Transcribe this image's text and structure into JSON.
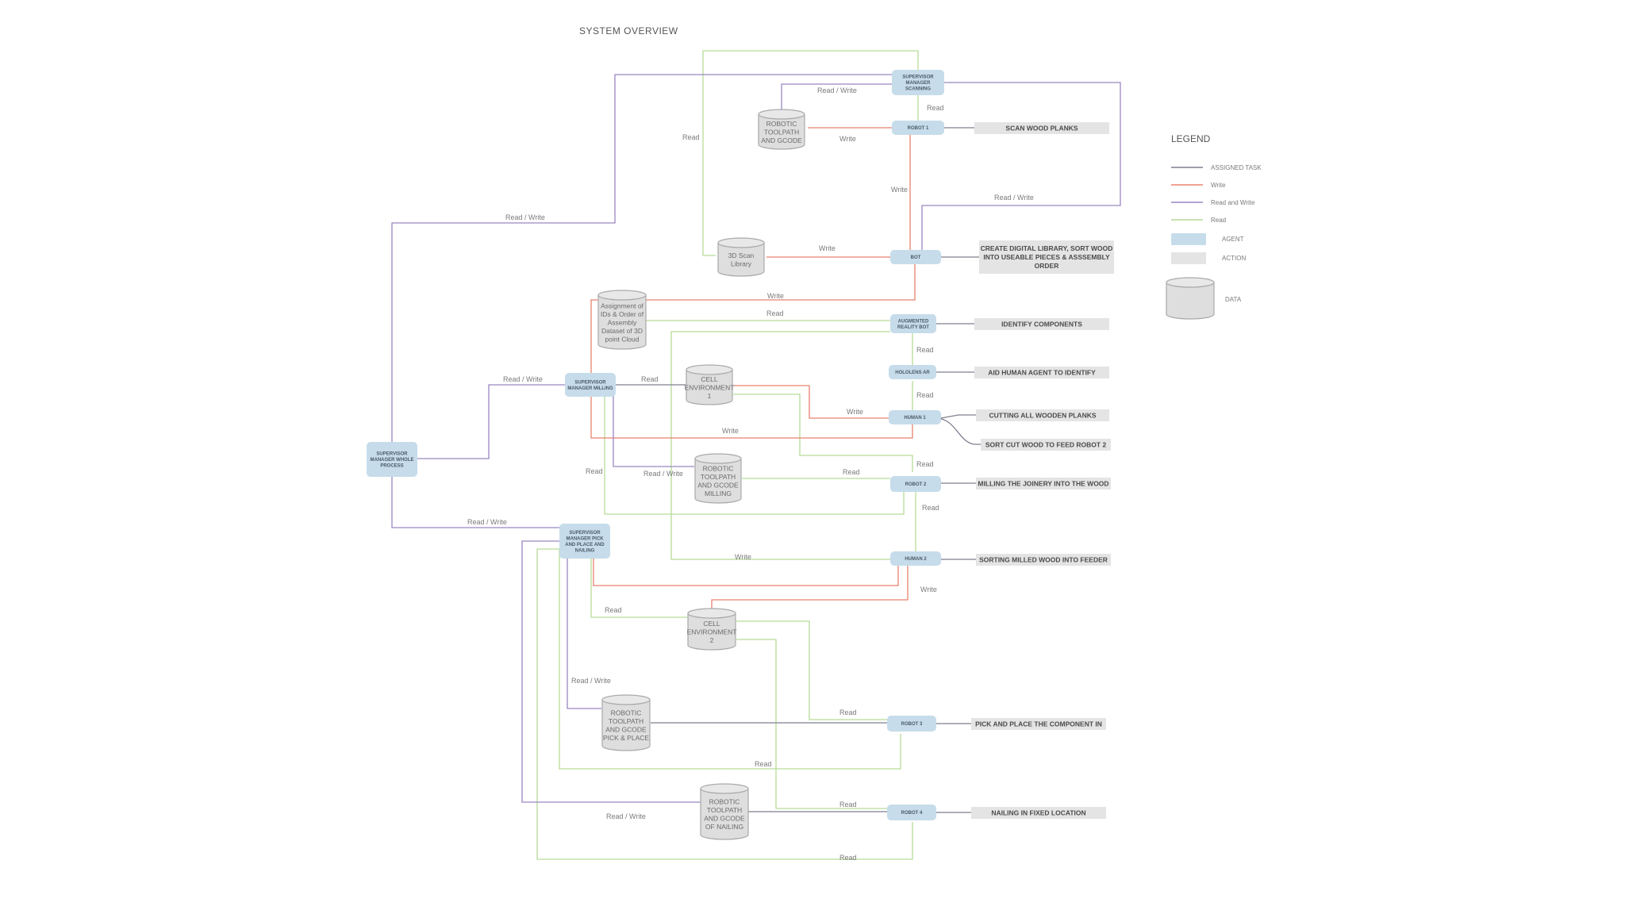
{
  "title": "SYSTEM OVERVIEW",
  "colors": {
    "assigned": "#7f7f8f",
    "write": "#e8826d",
    "readwrite": "#9a86c2",
    "read": "#b6dc98",
    "agent_fill": "#c6dcea",
    "action_fill": "#e4e4e4",
    "data_fill": "#dedede"
  },
  "legend": {
    "title": "LEGEND",
    "items": [
      {
        "type": "line",
        "color": "#7f7f8f",
        "label": "ASSIGNED TASK"
      },
      {
        "type": "line",
        "color": "#e8826d",
        "label": "Write"
      },
      {
        "type": "line",
        "color": "#9a86c2",
        "label": "Read and Write"
      },
      {
        "type": "line",
        "color": "#b6dc98",
        "label": "Read"
      },
      {
        "type": "agent",
        "label": "AGENT"
      },
      {
        "type": "action",
        "label": "ACTION"
      },
      {
        "type": "data",
        "label": "DATA"
      }
    ]
  },
  "agents": {
    "sup_scan": {
      "label": [
        "SUPERVISOR",
        "MANAGER",
        "SCANNING"
      ]
    },
    "robot1": {
      "label": [
        "ROBOT 1"
      ]
    },
    "bot": {
      "label": [
        "BOT"
      ]
    },
    "ar_bot": {
      "label": [
        "AUGMENTED",
        "REALITY BOT"
      ]
    },
    "hololens": {
      "label": [
        "HOLOLENS AR"
      ]
    },
    "human1": {
      "label": [
        "HUMAN 1"
      ]
    },
    "robot2": {
      "label": [
        "ROBOT 2"
      ]
    },
    "human2": {
      "label": [
        "HUMAN 2"
      ]
    },
    "robot3": {
      "label": [
        "ROBOT 3"
      ]
    },
    "robot4": {
      "label": [
        "ROBOT 4"
      ]
    },
    "sup_milling": {
      "label": [
        "SUPERVISOR",
        "MANAGER MILLING"
      ]
    },
    "sup_whole": {
      "label": [
        "SUPERVISOR",
        "MANAGER WHOLE",
        "PROCESS"
      ]
    },
    "sup_pick": {
      "label": [
        "SUPERVISOR",
        "MANAGER PICK",
        "AND PLACE AND",
        "NAILING"
      ]
    }
  },
  "actions": {
    "scan": {
      "label": [
        "SCAN WOOD PLANKS"
      ]
    },
    "library": {
      "label": [
        "CREATE DIGITAL LIBRARY, SORT WOOD",
        "INTO USEABLE PIECES & ASSSEMBLY",
        "ORDER"
      ]
    },
    "identify": {
      "label": [
        "IDENTIFY COMPONENTS"
      ]
    },
    "aid": {
      "label": [
        "AID HUMAN AGENT TO IDENTIFY"
      ]
    },
    "cutting": {
      "label": [
        "CUTTING ALL WOODEN PLANKS"
      ]
    },
    "sortcut": {
      "label": [
        "SORT CUT WOOD TO FEED ROBOT 2"
      ]
    },
    "milling": {
      "label": [
        "MILLING THE JOINERY INTO THE WOOD"
      ]
    },
    "sorting": {
      "label": [
        "SORTING MILLED WOOD INTO FEEDER"
      ]
    },
    "pick": {
      "label": [
        "PICK AND PLACE THE COMPONENT IN"
      ]
    },
    "nailing": {
      "label": [
        "NAILING IN FIXED LOCATION"
      ]
    }
  },
  "data_stores": {
    "toolpath": {
      "label": [
        "ROBOTIC",
        "TOOLPATH",
        "AND GCODE"
      ]
    },
    "scanlib": {
      "label": [
        "3D Scan",
        "Library"
      ]
    },
    "assign": {
      "label": [
        "Assignment of",
        "IDs & Order of",
        "Assembly",
        "Dataset of 3D",
        "point Cloud"
      ]
    },
    "cell1": {
      "label": [
        "CELL",
        "ENVIRONMENT",
        "1"
      ]
    },
    "toolmill": {
      "label": [
        "ROBOTIC",
        "TOOLPATH",
        "AND GCODE",
        "MILLING"
      ]
    },
    "cell2": {
      "label": [
        "CELL",
        "ENVIRONMENT",
        "2"
      ]
    },
    "toolpick": {
      "label": [
        "ROBOTIC",
        "TOOLPATH",
        "AND GCODE",
        "PICK & PLACE"
      ]
    },
    "toolnail": {
      "label": [
        "ROBOTIC",
        "TOOLPATH",
        "AND GCODE",
        "OF NAILING"
      ]
    }
  },
  "edge_labels": {
    "rw_scan": "Read / Write",
    "read_scan": "Read",
    "write_r1": "Write",
    "read_left": "Read",
    "rw_whole_top": "Read / Write",
    "write_r1_bot": "Write",
    "rw_bot": "Read / Write",
    "write_scanlib": "Write",
    "write_assign": "Write",
    "read_assign": "Read",
    "read_ar": "Read",
    "read_holo": "Read",
    "rw_milling": "Read / Write",
    "read_cell1": "Read",
    "write_h1": "Write",
    "write_mid": "Write",
    "read_r2_top": "Read",
    "read_left2": "Read",
    "rw_toolmill": "Read / Write",
    "read_toolmill": "Read",
    "read_r2_bot": "Read",
    "rw_pick": "Read / Write",
    "write_h2": "Write",
    "write_h2_bot": "Write",
    "read_cell2": "Read",
    "rw_toolpick": "Read / Write",
    "read_r3": "Read",
    "read_bottom1": "Read",
    "read_r4": "Read",
    "rw_toolnail": "Read / Write",
    "read_bottom2": "Read"
  }
}
